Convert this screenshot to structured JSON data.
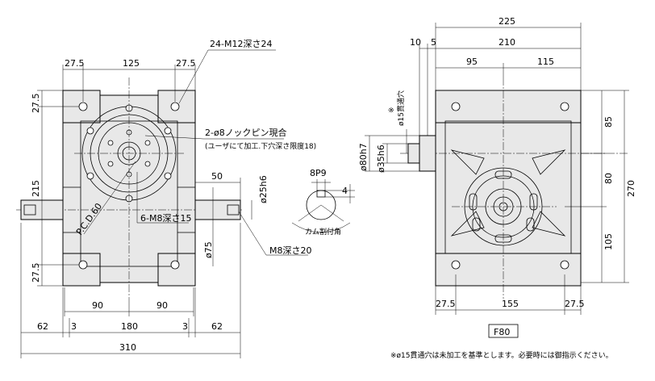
{
  "left_view": {
    "top_dims": [
      "27.5",
      "125",
      "27.5"
    ],
    "tap_note": "24-M12深さ24",
    "pin_note_line1": "2-ø8ノックピン現合",
    "pin_note_line2": "(ユーザにて加工.下穴深さ限度18)",
    "pcd_label": "P.C.D.60",
    "tap6_label": "6-M8深さ15",
    "side_dims": [
      "27.5",
      "215",
      "27.5"
    ],
    "bottom_dims_row1": [
      "90",
      "90"
    ],
    "bottom_dims_row2": [
      "62",
      "3",
      "180",
      "3",
      "62"
    ],
    "overall_width": "310",
    "shaft_len": "50",
    "shaft_dia": "ø25h6",
    "hub_dia": "ø75",
    "shaft_tap": "M8深さ20"
  },
  "key_detail": {
    "key_width": "8P9",
    "key_depth": "4",
    "cam_note": "カム割付角"
  },
  "right_view": {
    "overall_width": "225",
    "sub_dims": [
      "10",
      "5",
      "210"
    ],
    "inner_dims": [
      "95",
      "115"
    ],
    "through_hole_mark": "※",
    "through_hole": "ø15貫通穴",
    "bore_dims": [
      "ø80h7",
      "ø35h6"
    ],
    "height_dims": [
      "85",
      "80",
      "105"
    ],
    "overall_height": "270",
    "bottom_dims": [
      "27.5",
      "155",
      "27.5"
    ]
  },
  "model_label": "F80",
  "footnote": "※ø15貫通穴は未加工を基準とします。必要時には御指示ください。"
}
